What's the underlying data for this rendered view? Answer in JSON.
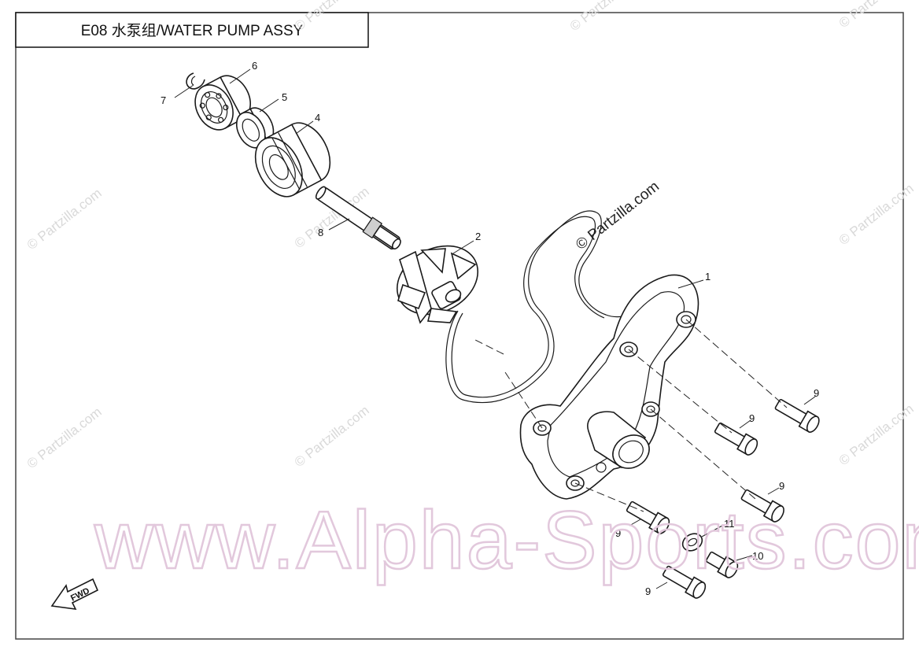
{
  "title": "E08 水泵组/WATER PUMP ASSY",
  "watermarks": {
    "site": "www.Alpha-Sports.com",
    "partzilla": "© Partzilla.com"
  },
  "fwd_label": "FWD",
  "callouts": {
    "c1": "1",
    "c2": "2",
    "c4": "4",
    "c5": "5",
    "c6": "6",
    "c7": "7",
    "c8": "8",
    "c9a": "9",
    "c9b": "9",
    "c9c": "9",
    "c9d": "9",
    "c9e": "9",
    "c10": "10",
    "c11": "11"
  }
}
